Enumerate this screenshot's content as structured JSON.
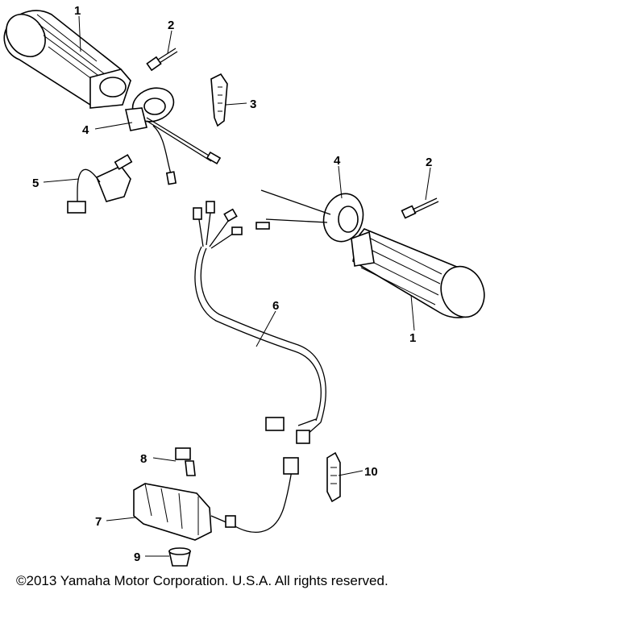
{
  "callouts": [
    {
      "id": "1a",
      "label": "1"
    },
    {
      "id": "2a",
      "label": "2"
    },
    {
      "id": "3",
      "label": "3"
    },
    {
      "id": "4a",
      "label": "4"
    },
    {
      "id": "5",
      "label": "5"
    },
    {
      "id": "4b",
      "label": "4"
    },
    {
      "id": "2b",
      "label": "2"
    },
    {
      "id": "6",
      "label": "6"
    },
    {
      "id": "1b",
      "label": "1"
    },
    {
      "id": "8",
      "label": "8"
    },
    {
      "id": "10",
      "label": "10"
    },
    {
      "id": "7",
      "label": "7"
    },
    {
      "id": "9",
      "label": "9"
    }
  ],
  "footer": {
    "copyright": "©2013 Yamaha Motor Corporation. U.S.A. All rights reserved."
  }
}
